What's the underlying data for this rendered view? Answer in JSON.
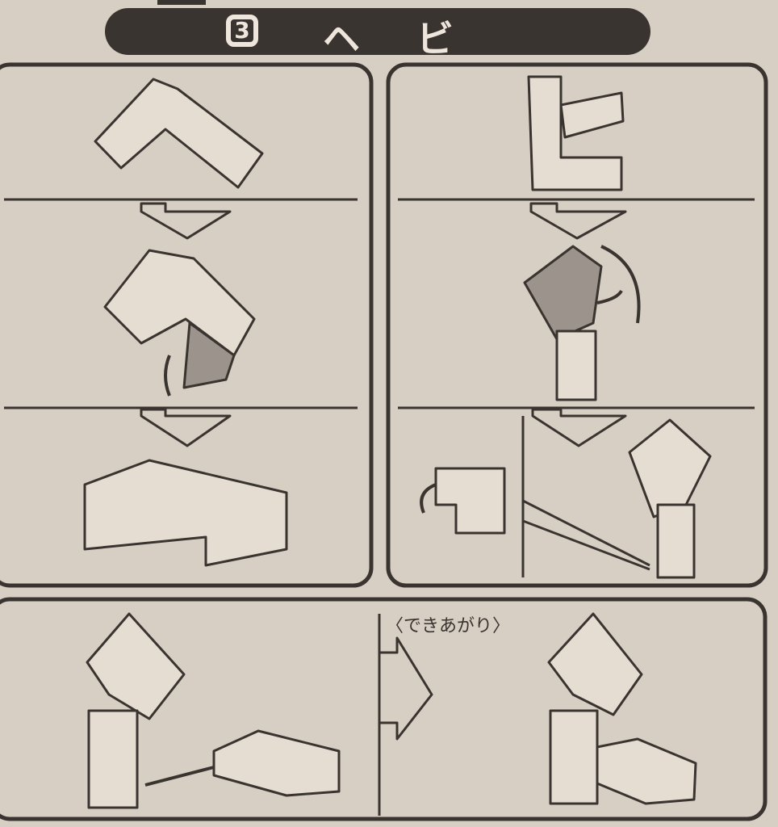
{
  "header": {
    "step_number": "3",
    "title": "ヘビ"
  },
  "completed_panel": {
    "caption": "〈できあがり〉"
  },
  "colors": {
    "paper": "#d8cfc4",
    "ink": "#3a3430",
    "part_fill": "#e6ddd2",
    "shade": "#9c948c"
  }
}
